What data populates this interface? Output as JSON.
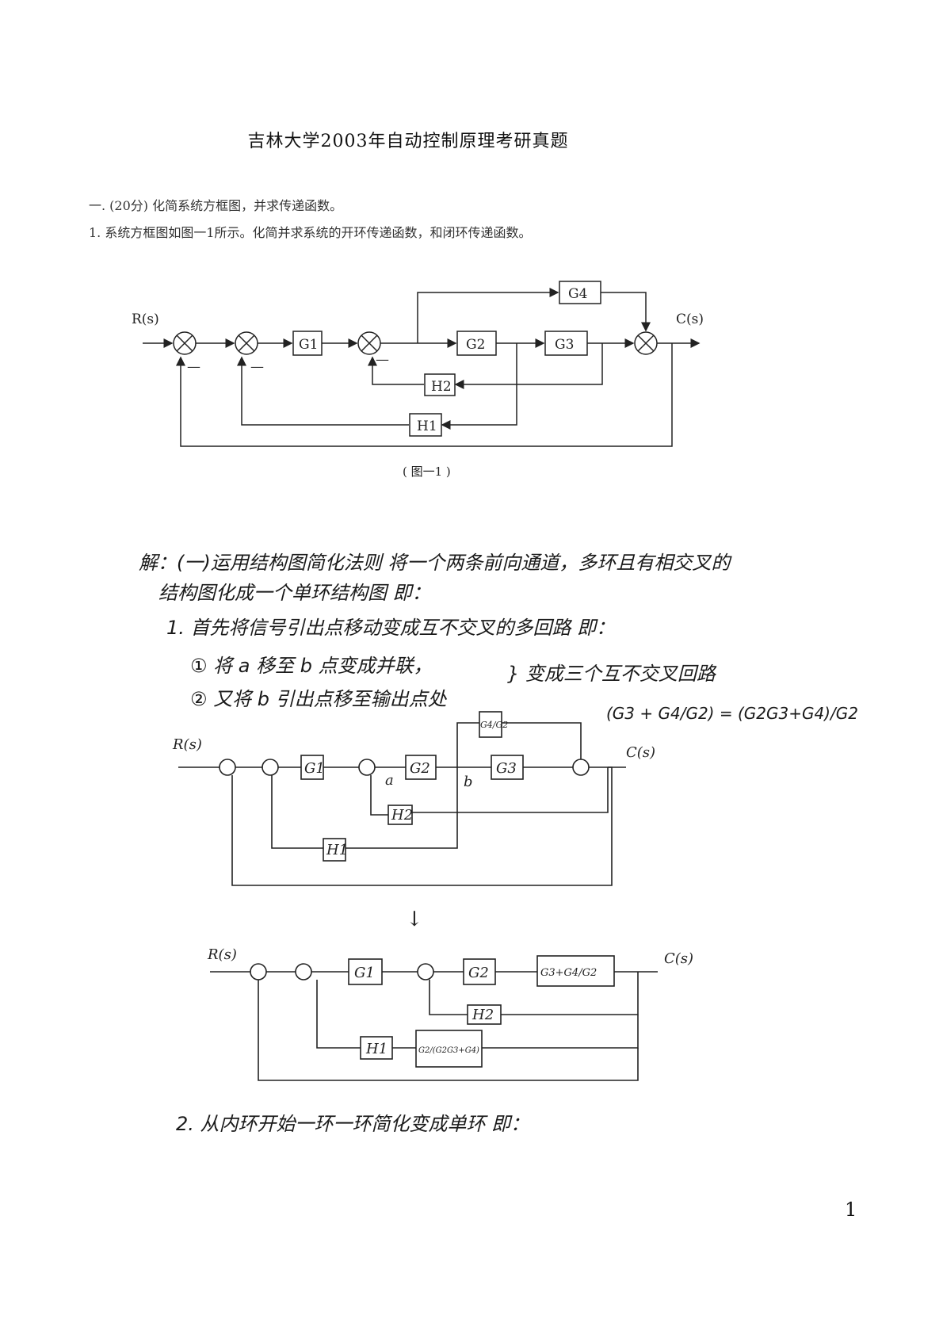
{
  "title": "吉林大学2003年自动控制原理考研真题",
  "question": {
    "heading": "一. (20分) 化简系统方框图，并求传递函数。",
    "item1": "1. 系统方框图如图一1所示。化简并求系统的开环传递函数，和闭环传递函数。"
  },
  "figure1": {
    "input": "R(s)",
    "output": "C(s)",
    "blocks": [
      "G1",
      "G2",
      "G3",
      "G4",
      "H1",
      "H2"
    ],
    "minus": "—",
    "caption": "( 图一1 )"
  },
  "solution": {
    "line1": "解：(一)运用结构图简化法则 将一个两条前向通道，多环且有相交叉的",
    "line2": "结构图化成一个单环结构图 即：",
    "line3": "1. 首先将信号引出点移动变成互不交叉的多回路 即：",
    "line4": "① 将 a 移至 b 点变成并联，",
    "line4b": "} 变成三个互不交叉回路",
    "line5": "② 又将 b 引出点移至输出点处",
    "equation": "(G3 + G4/G2) = (G2G3+G4)/G2",
    "line6": "2. 从内环开始一环一环简化变成单环 即："
  },
  "figure2": {
    "input": "R(s)",
    "output": "C(s)",
    "blocks": [
      "G1",
      "G2",
      "G3",
      "G4/G2",
      "H1",
      "H2"
    ],
    "points": [
      "a",
      "b"
    ]
  },
  "figure3": {
    "input": "R(s)",
    "output": "C(s)",
    "blocks": [
      "G1",
      "G2",
      "G3+G4/G2",
      "H1",
      "H2",
      "G2/(G2G3+G4)"
    ]
  },
  "page_number": "1"
}
